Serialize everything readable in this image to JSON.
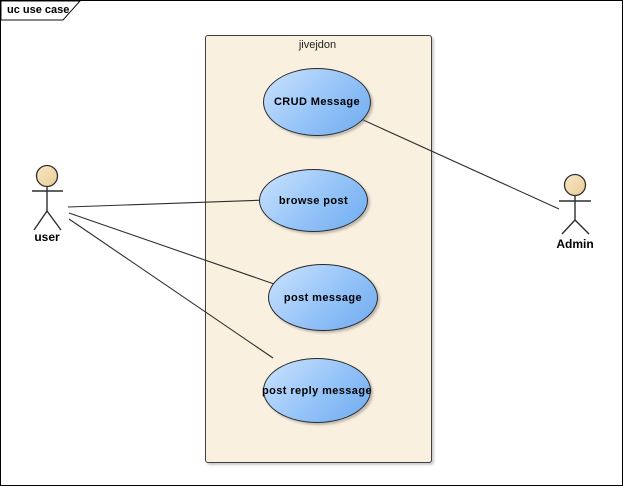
{
  "frame": {
    "label": "uc use case",
    "type": "UML use case diagram frame"
  },
  "system": {
    "label": "jivejdon"
  },
  "use_cases": [
    {
      "id": "crud-message",
      "label": "CRUD Message"
    },
    {
      "id": "browse-post",
      "label": "browse post"
    },
    {
      "id": "post-message",
      "label": "post message"
    },
    {
      "id": "post-reply-message",
      "label": "post reply message"
    }
  ],
  "actors": [
    {
      "id": "user",
      "label": "user"
    },
    {
      "id": "admin",
      "label": "Admin"
    }
  ],
  "associations": [
    {
      "from": "user",
      "to": "browse post"
    },
    {
      "from": "user",
      "to": "post message"
    },
    {
      "from": "user",
      "to": "post reply message"
    },
    {
      "from": "Admin",
      "to": "CRUD Message"
    }
  ],
  "colors": {
    "canvas_background": "#ffffff",
    "frame_border": "#000000",
    "boundary_fill": "#faf0e0",
    "boundary_border": "#3f3f3f",
    "usecase_fill_light": "#cbe3fd",
    "usecase_fill_dark": "#6fabef",
    "usecase_border": "#2b2b2b",
    "actor_head_fill": "#f3d9ac",
    "line_color": "#2e2e2e",
    "text_color": "#000000"
  }
}
